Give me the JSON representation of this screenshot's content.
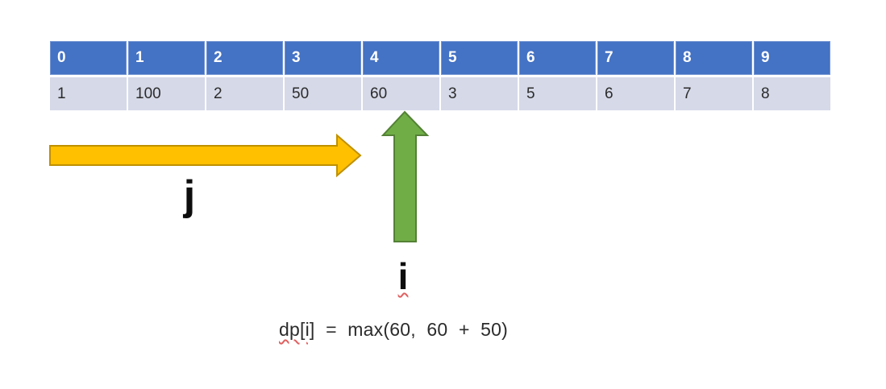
{
  "slide": {
    "table": {
      "headers": [
        "0",
        "1",
        "2",
        "3",
        "4",
        "5",
        "6",
        "7",
        "8",
        "9"
      ],
      "values": [
        "1",
        "100",
        "2",
        "50",
        "60",
        "3",
        "5",
        "6",
        "7",
        "8"
      ]
    },
    "arrows": {
      "j_label": "j",
      "i_label": "i",
      "j_direction": "right",
      "i_direction": "up",
      "i_points_to_header": "4",
      "i_points_to_value": "60"
    },
    "formula": {
      "lhs": "dp[i]",
      "rest": " = max(60, 60 + 50)"
    }
  },
  "colors": {
    "background": "#ffffff",
    "header_bg": "#4472C4",
    "header_text": "#ffffff",
    "row_bg": "#D5D9E8",
    "cell_text": "#2b2b2b",
    "label_text": "#0d0d0d",
    "yellow_fill": "#FFC000",
    "yellow_stroke": "#BF9000",
    "green_fill": "#70AD47",
    "green_stroke": "#538135",
    "squiggle": "#E06060"
  }
}
